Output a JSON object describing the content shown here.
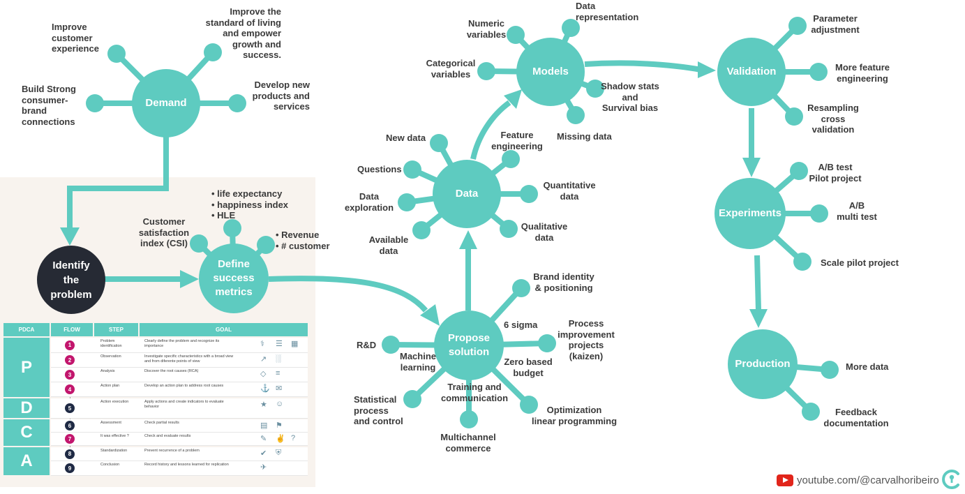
{
  "colors": {
    "teal": "#5ecbc0",
    "dark": "#262a34",
    "text": "#3a3a3a",
    "panel": "#f8f3ee",
    "magenta": "#c2166d",
    "navy": "#1f2a44"
  },
  "hubs": {
    "demand": "Demand",
    "identify": "Identify\nthe\nproblem",
    "define": "Define\nsuccess\nmetrics",
    "propose": "Propose\nsolution",
    "data": "Data",
    "models": "Models",
    "validation": "Validation",
    "experiments": "Experiments",
    "production": "Production"
  },
  "labels": {
    "demand_customer": "Improve\ncustomer\nexperience",
    "demand_standard": "Improve the\nstandard of living\nand empower\ngrowth and\nsuccess.",
    "demand_brand": "Build Strong\nconsumer-\nbrand\nconnections",
    "demand_products": "Develop new\nproducts and\nservices",
    "define_csi": "Customer\nsatisfaction\nindex (CSI)",
    "define_life": "• life expectancy\n• happiness index\n• HLE",
    "define_revenue": "• Revenue\n• # customer",
    "propose_brand": "Brand identity\n& positioning",
    "propose_sigma": "6 sigma",
    "propose_process": "Process\nimprovement\nprojects\n(kaizen)",
    "propose_rd": "R&D",
    "propose_ml": "Machine\nlearning",
    "propose_zero": "Zero based\nbudget",
    "propose_training": "Training and\ncommunication",
    "propose_spc": "Statistical\nprocess\nand control",
    "propose_multi": "Multichannel\ncommerce",
    "propose_opt": "Optimization\nlinear programming",
    "data_new": "New data",
    "data_feature": "Feature\nengineering",
    "data_questions": "Questions",
    "data_quant": "Quantitative\ndata",
    "data_exploration": "Data\nexploration",
    "data_available": "Available\ndata",
    "data_qual": "Qualitative\ndata",
    "models_numeric": "Numeric\nvariables",
    "models_representation": "Data\nrepresentation",
    "models_categorical": "Categorical\nvariables",
    "models_shadow": "Shadow stats\nand\nSurvival bias",
    "models_missing": "Missing data",
    "validation_param": "Parameter\nadjustment",
    "validation_feature": "More feature\nengineering",
    "validation_resampling": "Resampling\ncross\nvalidation",
    "experiments_ab": "A/B test\nPilot project",
    "experiments_multi": "A/B\nmulti test",
    "experiments_scale": "Scale pilot project",
    "production_more": "More data",
    "production_feedback": "Feedback\ndocumentation"
  },
  "pdca": {
    "headers": [
      "PDCA",
      "FLOW",
      "STEP",
      "GOAL"
    ],
    "phases": [
      "P",
      "D",
      "C",
      "A"
    ],
    "rows": [
      {
        "num": "1",
        "step": "Problem\nidentification",
        "goal": "Clearly define the problem and recognize its\nimportance"
      },
      {
        "num": "2",
        "step": "Observation",
        "goal": "Investigate specific characteristics with a broad view\nand from diferente points of view"
      },
      {
        "num": "3",
        "step": "Analysis",
        "goal": "Discover the root causes (RCA)"
      },
      {
        "num": "4",
        "step": "Action plan",
        "goal": "Develop an action plan to address root causes"
      },
      {
        "num": "5",
        "step": "Action execution",
        "goal": "Apply actions and create indicators to evaluate\nbehavior"
      },
      {
        "num": "6",
        "step": "Assessment",
        "goal": "Check partial results"
      },
      {
        "num": "7",
        "step": "It was effective ?",
        "goal": "Check and evaluate results"
      },
      {
        "num": "8",
        "step": "Standardization",
        "goal": "Prevent recurrence of a problem"
      },
      {
        "num": "9",
        "step": "Conclusion",
        "goal": "Record history and lessons learned for replication"
      }
    ]
  },
  "footer": {
    "channel": "youtube.com/@carvalhoribeiro",
    "icon": "youtube-icon",
    "logo": "carvalhoribeiro-logo"
  }
}
